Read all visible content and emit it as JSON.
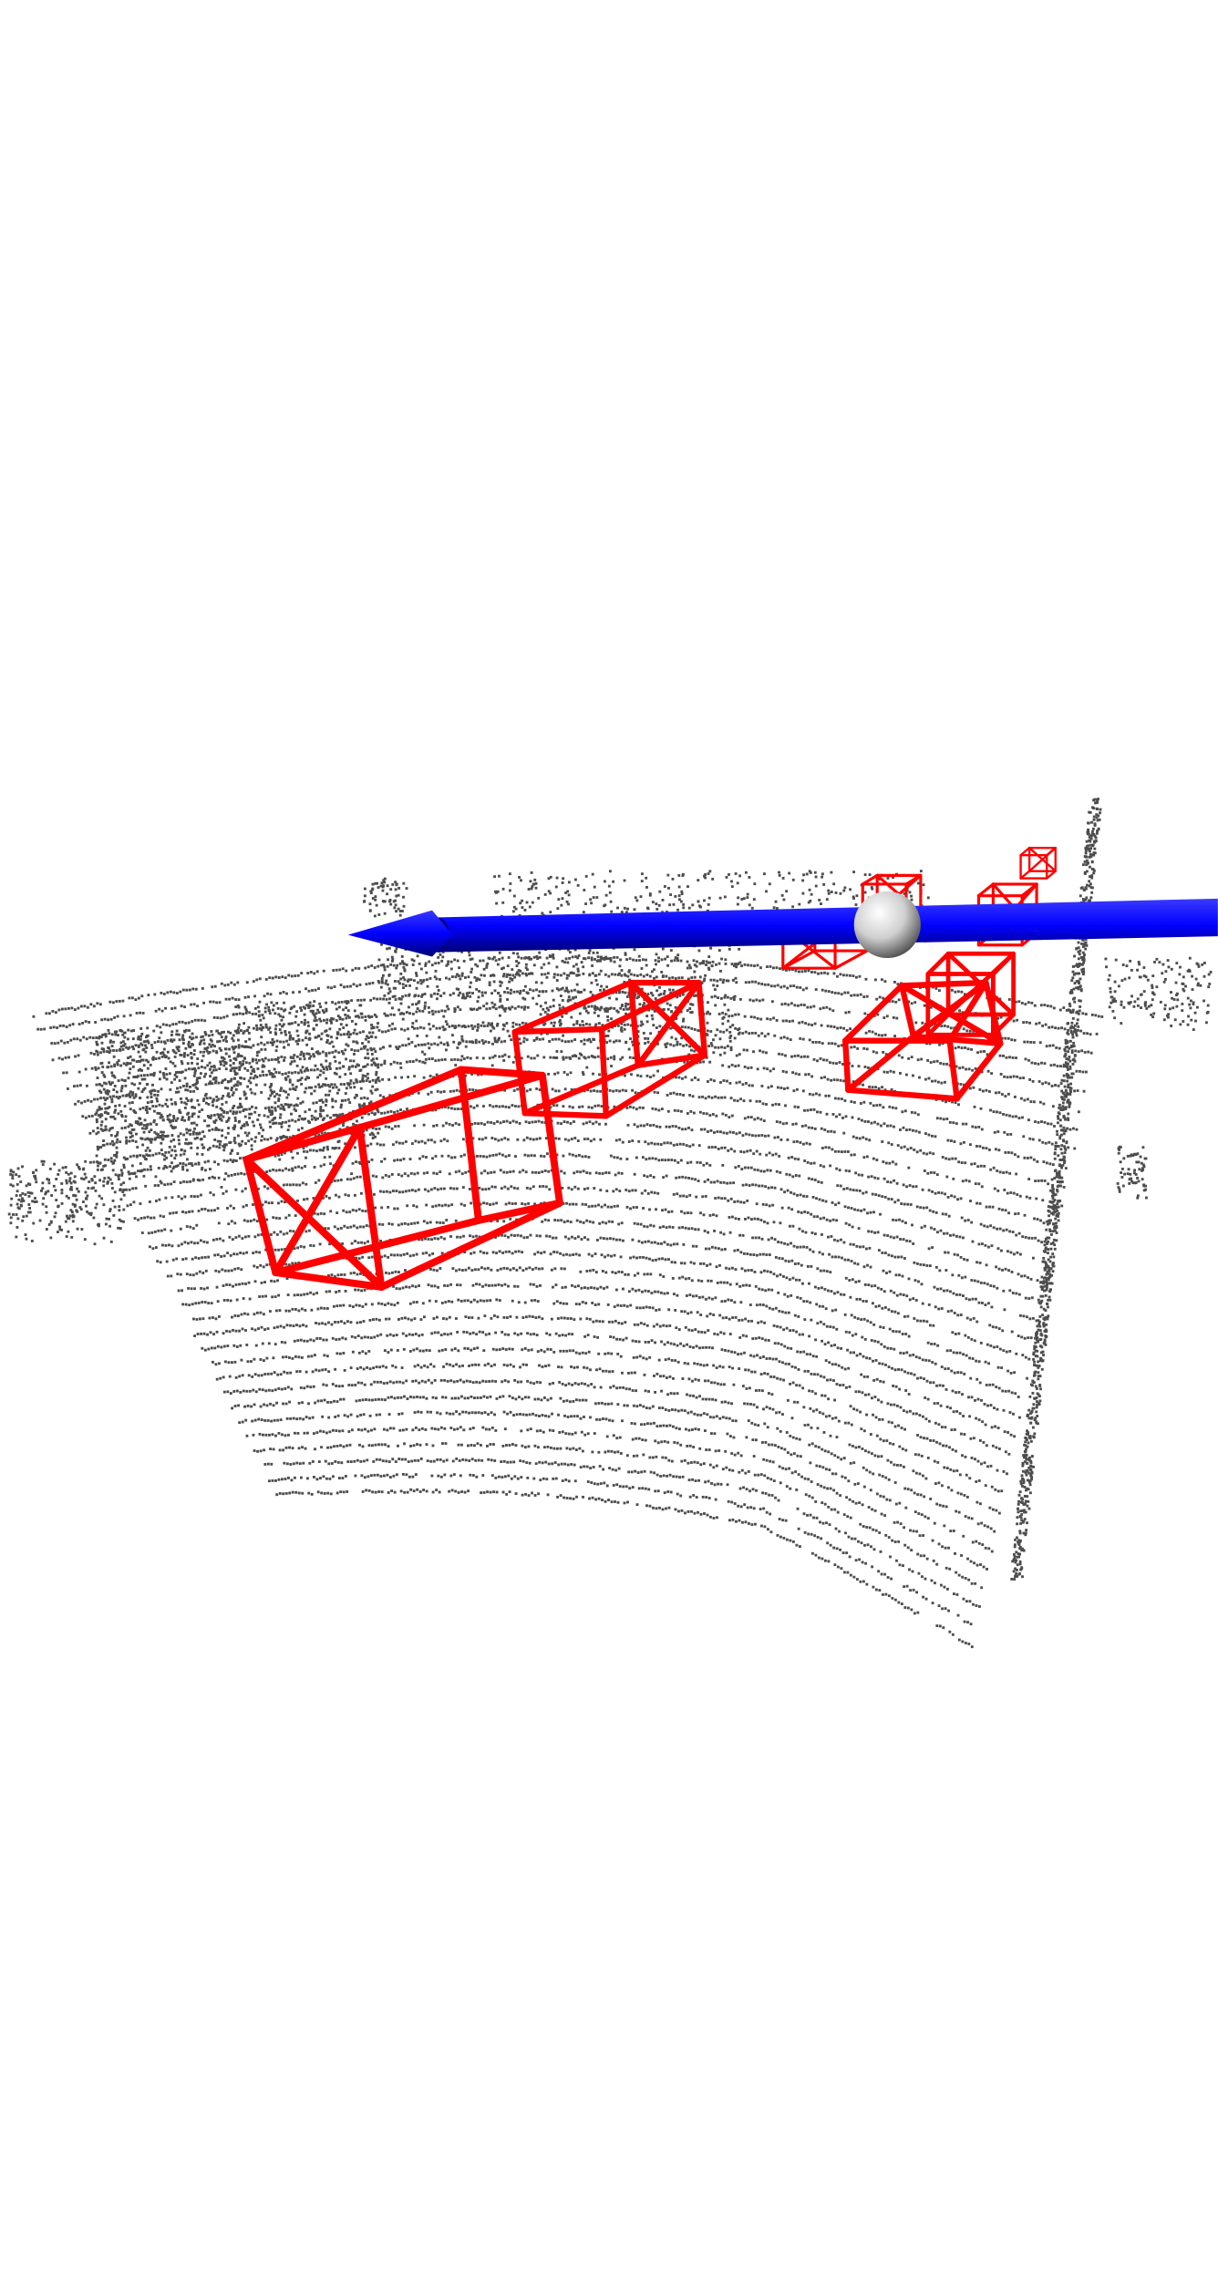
{
  "scene": {
    "background": "#ffffff",
    "colors": {
      "points": "#4d4d4d",
      "boxes": "#ff0000",
      "arrow": "#0000ff",
      "arrow_shadow": "#000066",
      "sphere": "#d9d9d9"
    },
    "elements": [
      "lidar-point-cloud",
      "bounding-boxes",
      "heading-arrow",
      "ego-sphere",
      "pole"
    ]
  }
}
